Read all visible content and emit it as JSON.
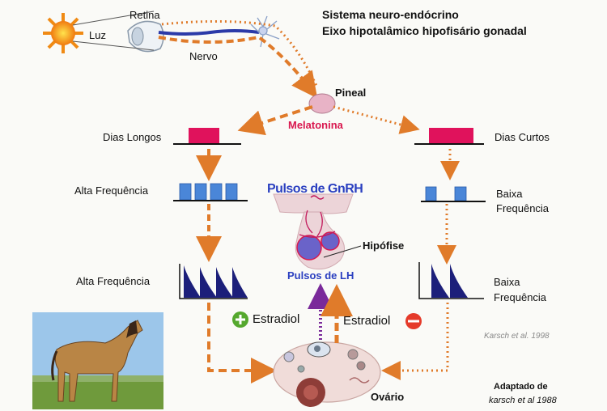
{
  "title": {
    "line1": "Sistema neuro-endócrino",
    "line2": "Eixo hipotalâmico hipofisário gonadal"
  },
  "labels": {
    "luz": "Luz",
    "retina": "Retina",
    "nervo": "Nervo",
    "pineal": "Pineal",
    "melatonina": "Melatonina",
    "dias_longos": "Dias Longos",
    "dias_curtos": "Dias Curtos",
    "alta_freq_1": "Alta Frequência",
    "alta_freq_2": "Alta Frequência",
    "baixa_freq_1_a": "Baixa",
    "baixa_freq_1_b": "Frequência",
    "baixa_freq_2_a": "Baixa",
    "baixa_freq_2_b": "Frequência",
    "pulsos_gnrh": "Pulsos de GnRH",
    "hipofise": "Hipófise",
    "pulsos_lh": "Pulsos de LH",
    "estradiol_plus": "Estradiol",
    "estradiol_minus": "Estradiol",
    "ovario": "Ovário"
  },
  "citations": {
    "karsch1998": "Karsch et al. 1998",
    "adaptado": "Adaptado de",
    "karsch1988": "karsch et al 1988"
  },
  "colors": {
    "arrow": "#e07b2a",
    "pulse_blue": "#4a86d8",
    "peak_navy": "#1c1f7a",
    "melatonin_red": "#d9184f",
    "gnrh_blue": "#2a3fc0"
  }
}
